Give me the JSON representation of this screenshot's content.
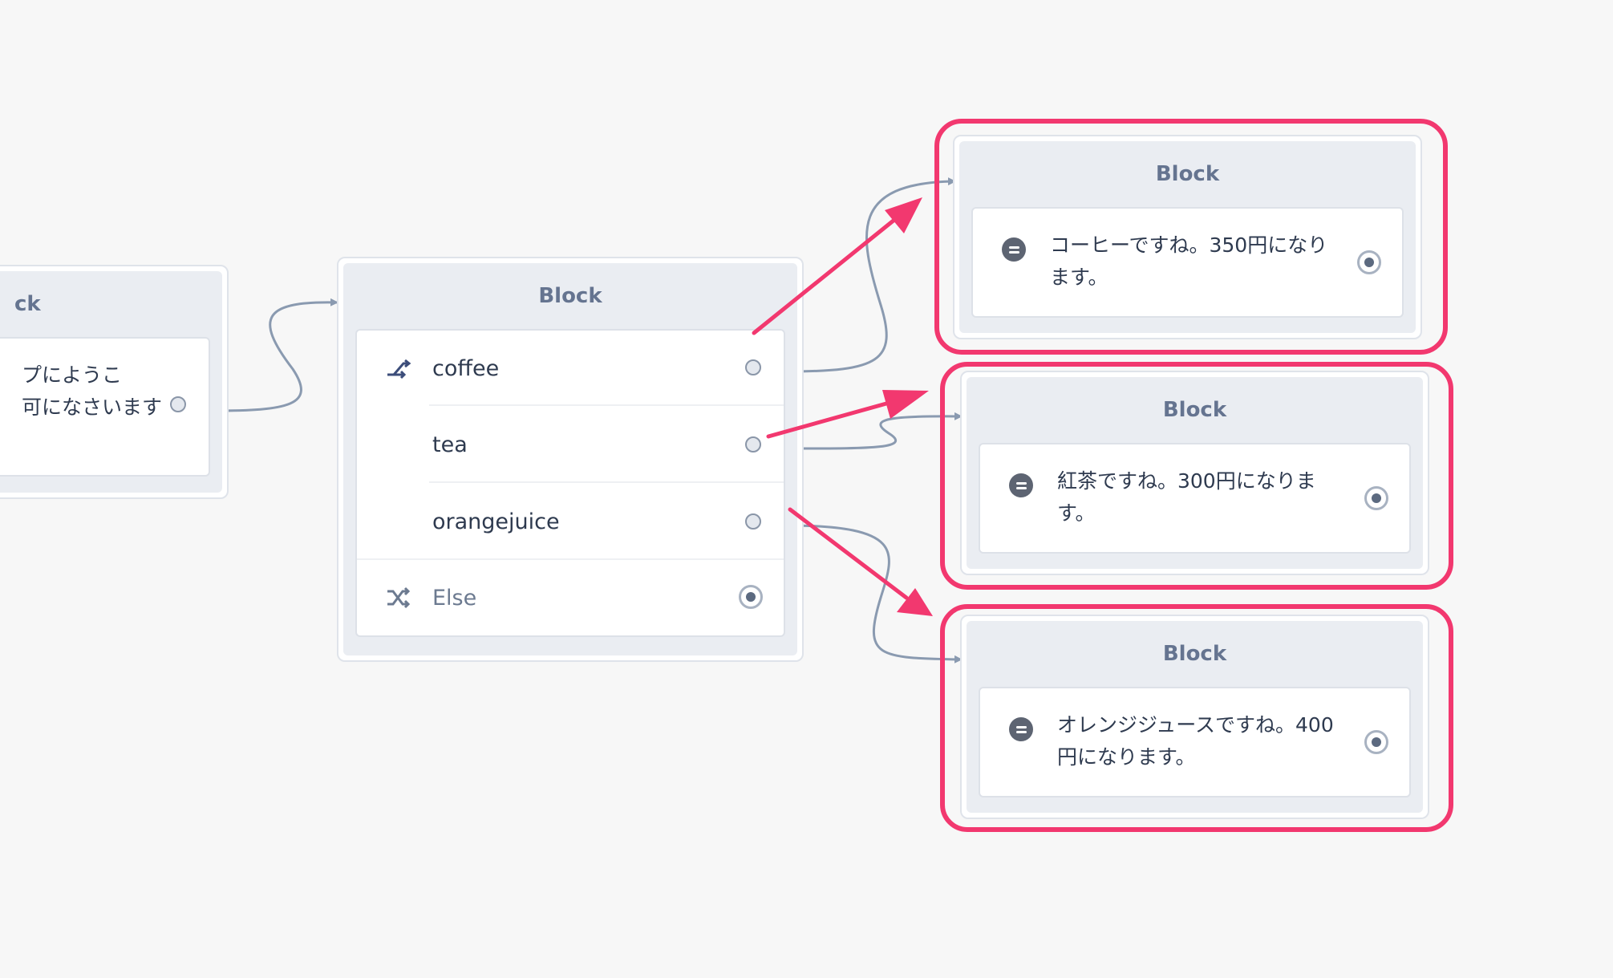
{
  "colors": {
    "background": "#f7f7f7",
    "wire": "#8a9ab0",
    "highlight": "#f2386f",
    "title_text": "#657490",
    "body_text": "#2e3a4f"
  },
  "nodes": {
    "start": {
      "title": "ck",
      "text_line1": "プにようこ",
      "text_line2": "可になさいます",
      "port_icon": "output-port-icon"
    },
    "router": {
      "title": "Block",
      "rows": [
        {
          "label": "coffee",
          "icon": "branch-icon"
        },
        {
          "label": "tea",
          "icon": ""
        },
        {
          "label": "orangejuice",
          "icon": ""
        }
      ],
      "else_label": "Else",
      "else_icon": "shuffle-icon"
    },
    "coffee": {
      "title": "Block",
      "text": "コーヒーですね。350円になります。",
      "icon": "chat-bubble-icon"
    },
    "tea": {
      "title": "Block",
      "text": "紅茶ですね。300円になります。",
      "icon": "chat-bubble-icon"
    },
    "orange": {
      "title": "Block",
      "text": "オレンジジュースですね。400円になります。",
      "icon": "chat-bubble-icon"
    }
  }
}
